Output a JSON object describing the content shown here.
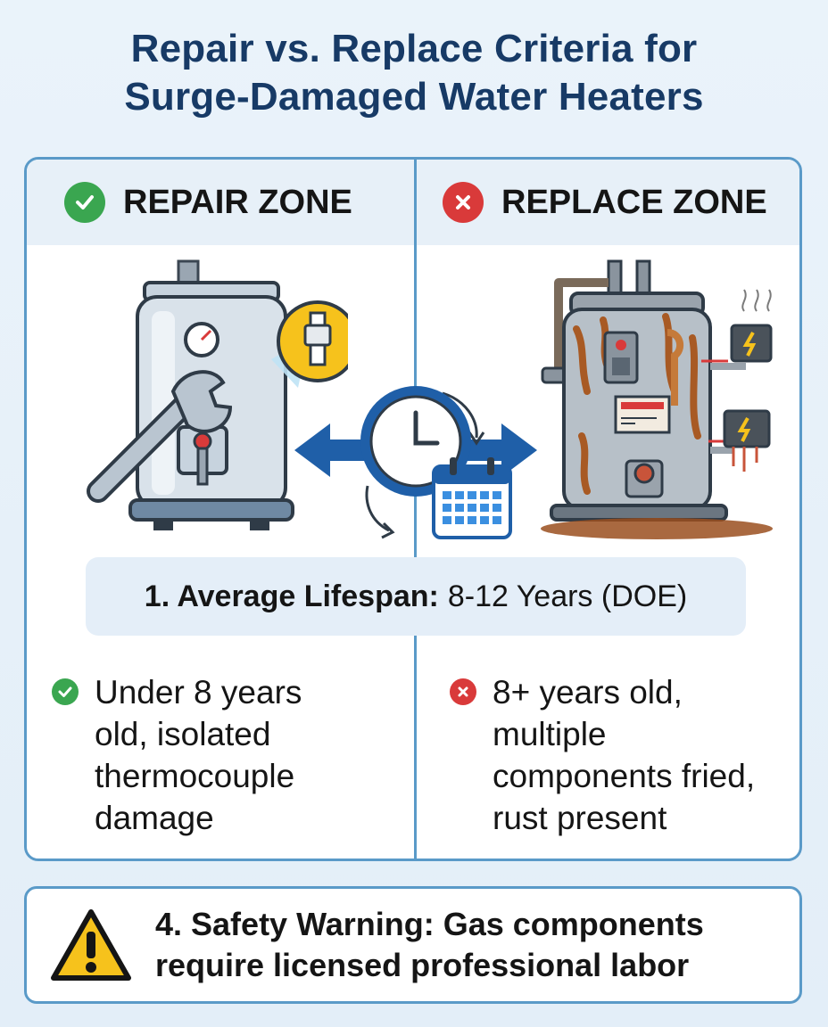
{
  "title": {
    "line1": "Repair vs. Replace Criteria for",
    "line2": "Surge-Damaged Water Heaters"
  },
  "repair_zone": {
    "heading": "REPAIR ZONE",
    "badge_icon": "check-circle-icon",
    "criteria": [
      "Under 8 years",
      "old, isolated",
      "thermocouple",
      "damage"
    ],
    "color": "#3aa650"
  },
  "replace_zone": {
    "heading": "REPLACE ZONE",
    "badge_icon": "x-circle-icon",
    "criteria": [
      "8+ years old,",
      "multiple",
      "components fried,",
      "rust present"
    ],
    "color": "#d93a3a"
  },
  "lifespan": {
    "label": "1. Average Lifespan:",
    "value": "8-12 Years (DOE)"
  },
  "warning": {
    "icon": "warning-triangle-icon",
    "line1": "4. Safety Warning: Gas components",
    "line2": "require licensed professional labor"
  },
  "colors": {
    "title": "#173a66",
    "border": "#5a9ac8",
    "arrow": "#1f5fa8",
    "warning_yellow": "#f6c21c"
  }
}
